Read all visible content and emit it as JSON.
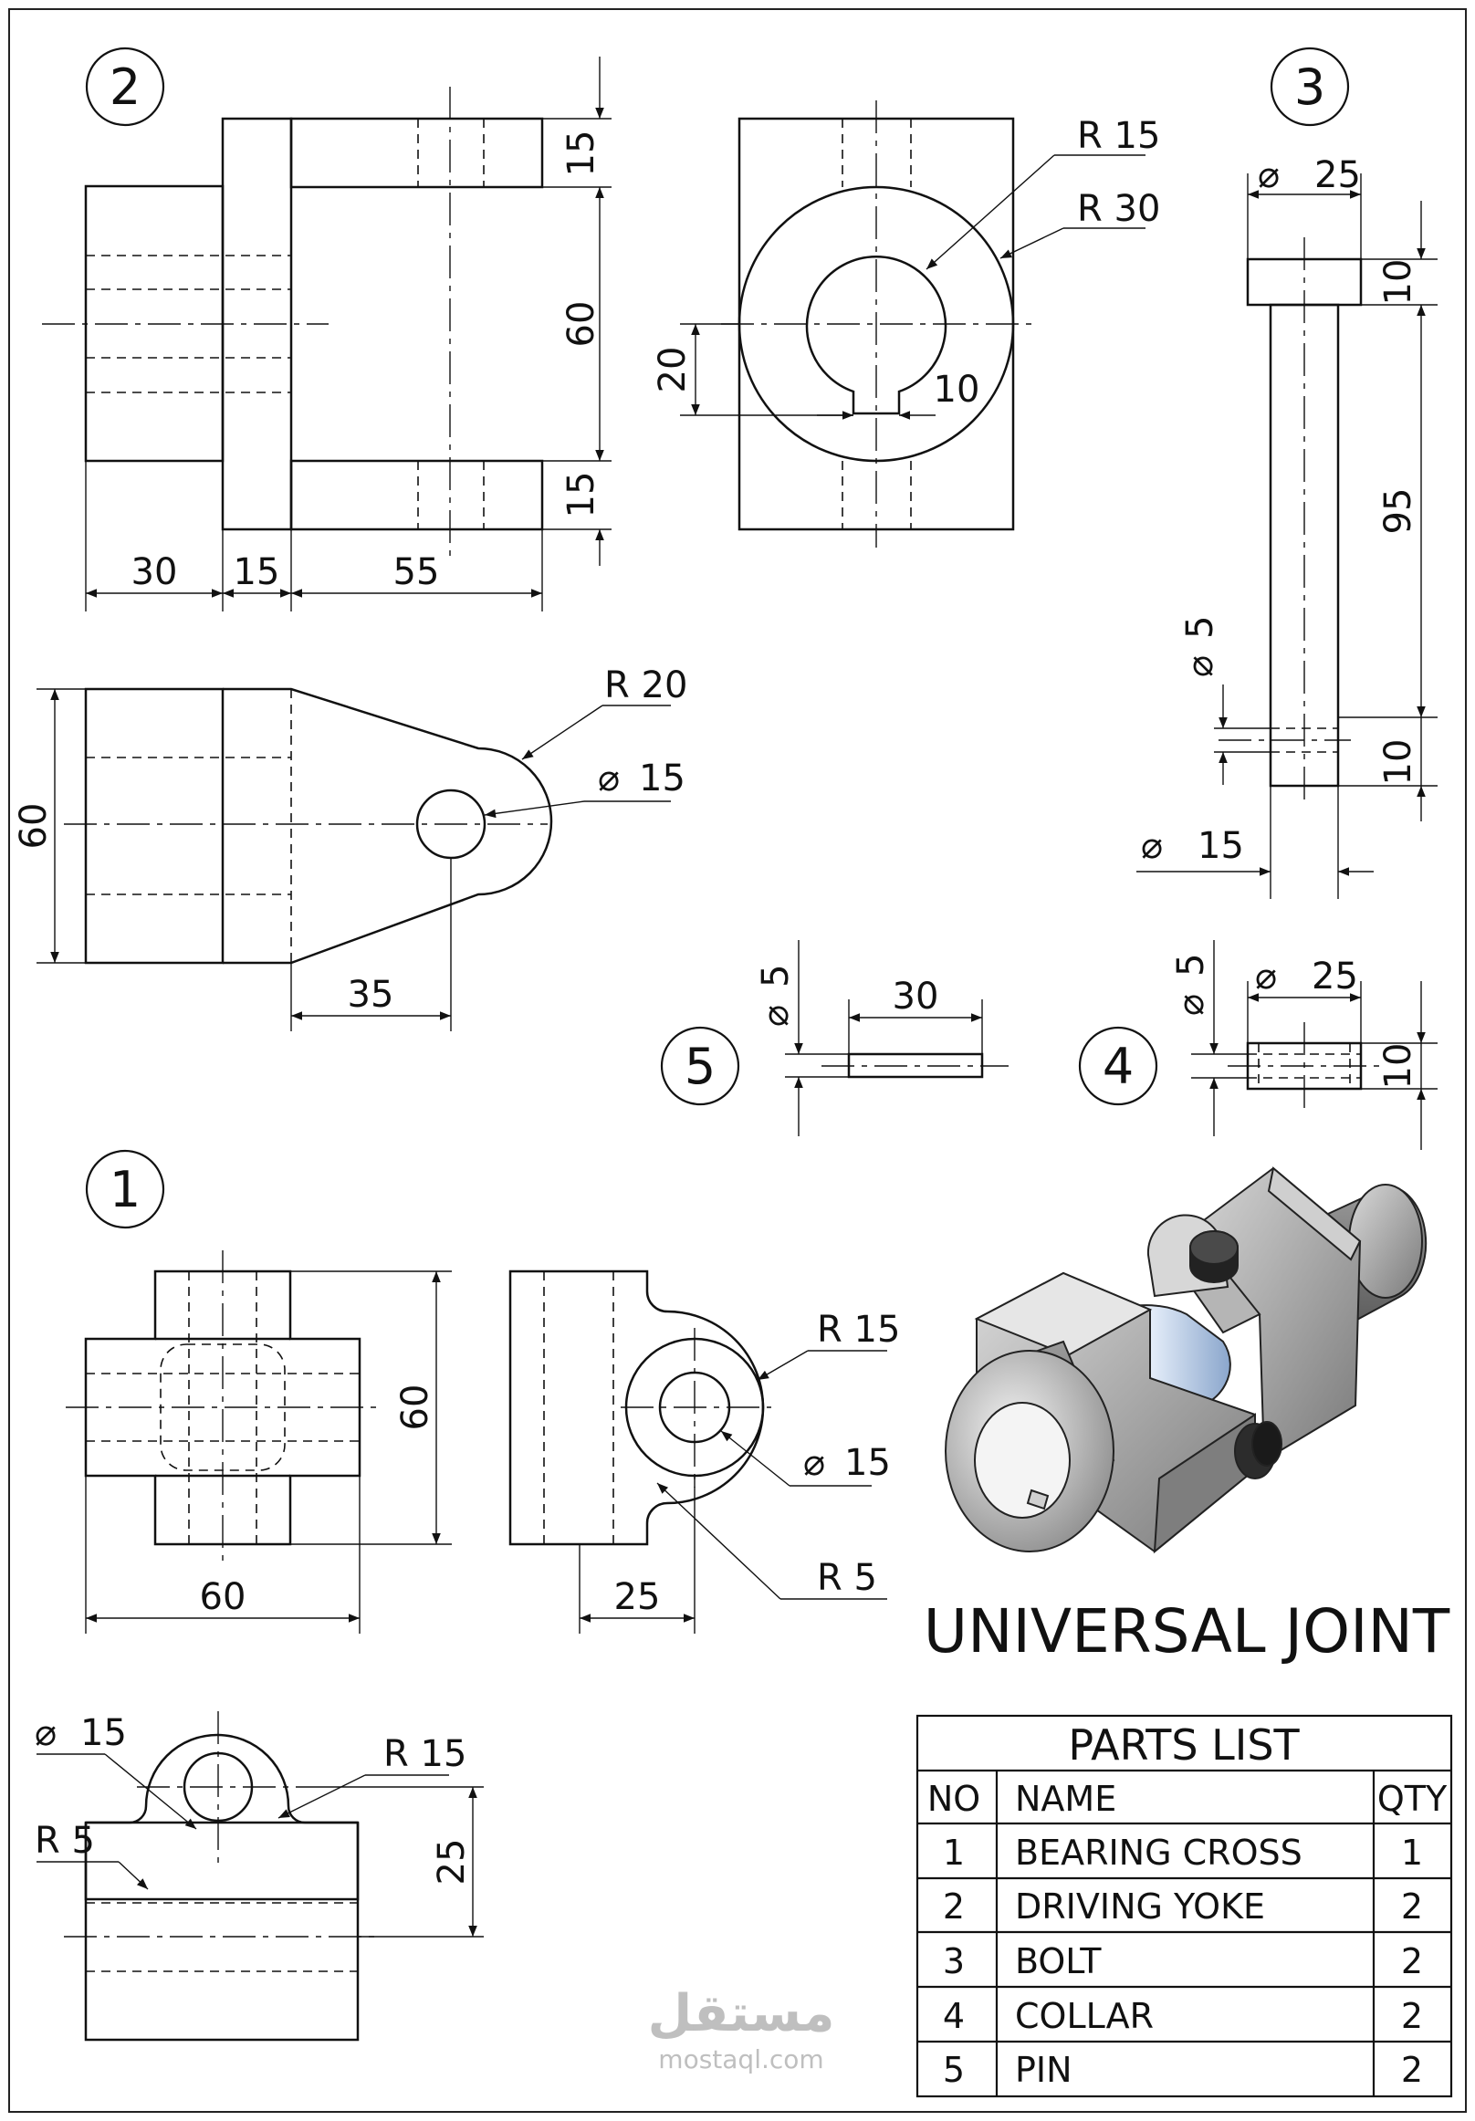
{
  "views": {
    "yoke_front": {
      "number": "2",
      "dims": [
        "15",
        "60",
        "15",
        "30",
        "15",
        "55"
      ]
    },
    "yoke_side": {
      "dims": [
        "R 15",
        "R 30",
        "20",
        "10"
      ]
    },
    "yoke_top": {
      "dims": [
        "R 20",
        "15",
        "60",
        "35"
      ]
    },
    "bolt": {
      "number": "3",
      "dims": [
        "25",
        "10",
        "95",
        "5",
        "10",
        "15"
      ]
    },
    "pin": {
      "number": "5",
      "dims": [
        "5",
        "30"
      ]
    },
    "collar": {
      "number": "4",
      "dims": [
        "5",
        "25",
        "10"
      ]
    },
    "cross_front": {
      "number": "1",
      "dims": [
        "60",
        "60"
      ]
    },
    "cross_side": {
      "dims": [
        "R 15",
        "15",
        "R 5",
        "25"
      ]
    },
    "cross_bottom": {
      "dims": [
        "15",
        "R 15",
        "R 5",
        "25"
      ]
    }
  },
  "assembly": {
    "title": "UNIVERSAL JOINT"
  },
  "parts_list": {
    "title": "PARTS LIST",
    "headers": [
      "NO",
      "NAME",
      "QTY"
    ],
    "rows": [
      [
        "1",
        "BEARING CROSS",
        "1"
      ],
      [
        "2",
        "DRIVING YOKE",
        "2"
      ],
      [
        "3",
        "BOLT",
        "2"
      ],
      [
        "4",
        "COLLAR",
        "2"
      ],
      [
        "5",
        "PIN",
        "2"
      ]
    ]
  },
  "watermark": {
    "arabic": "مستقل",
    "latin": "mostaql.com"
  }
}
